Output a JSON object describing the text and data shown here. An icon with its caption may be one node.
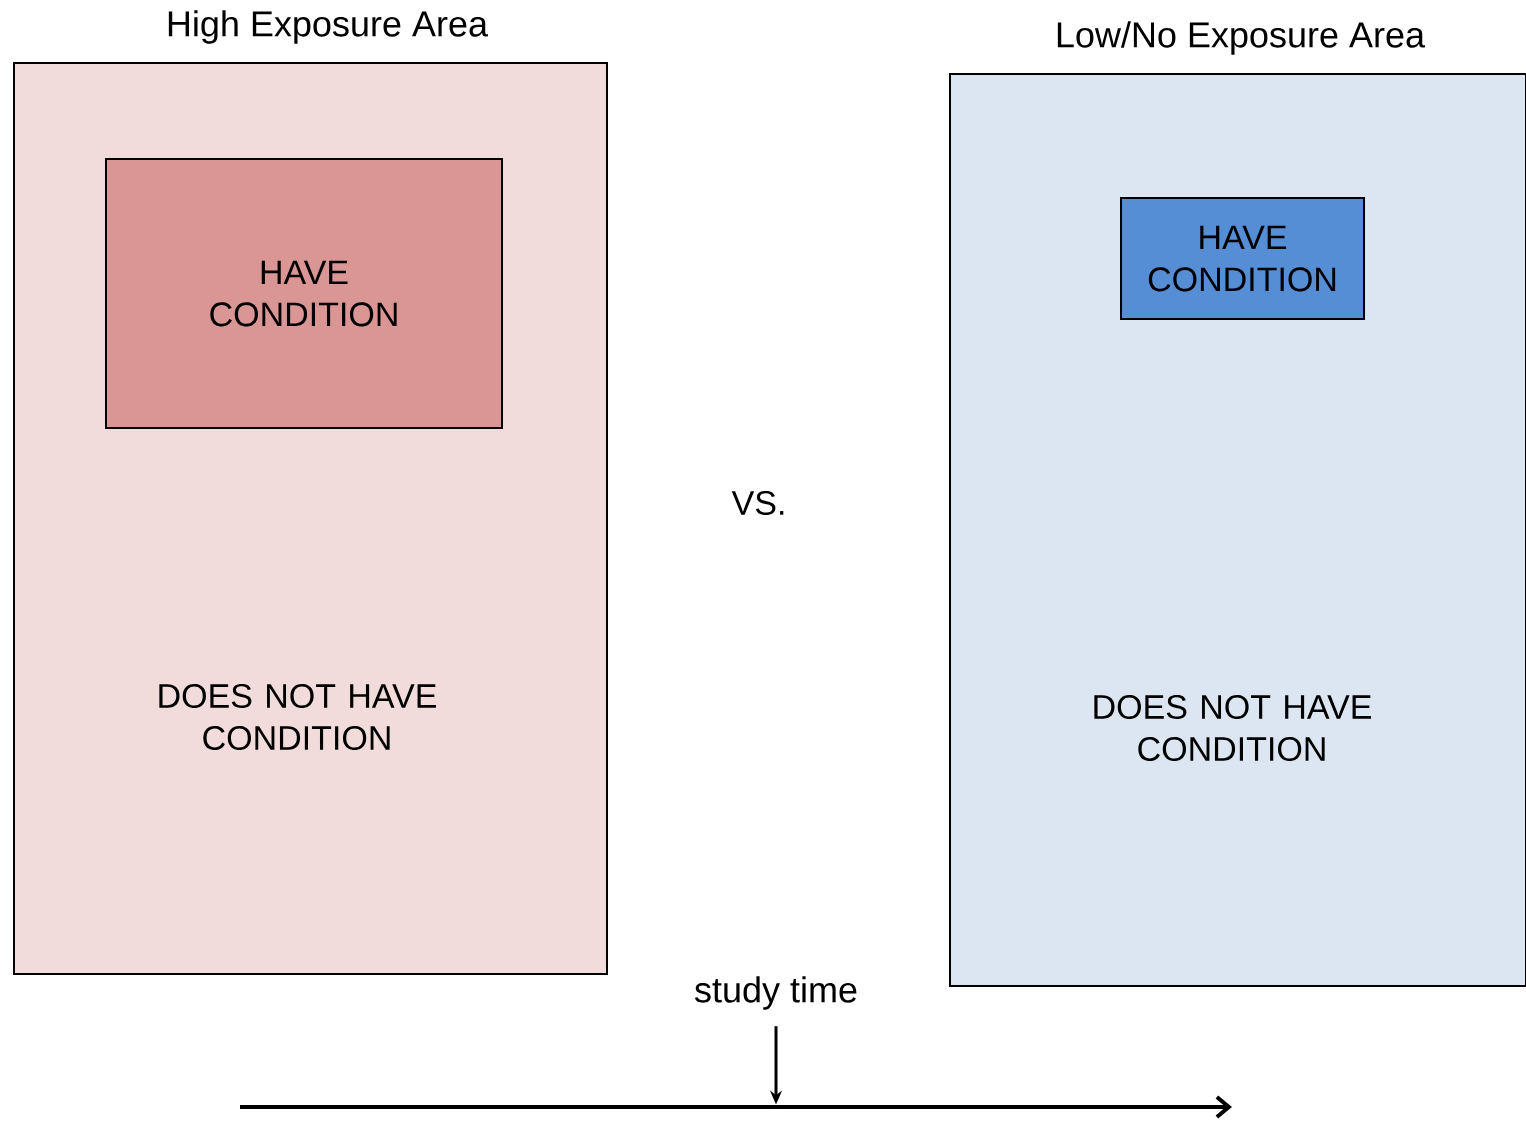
{
  "diagram": {
    "nodes": [
      {
        "text": [
          "High Exposure Area",
          "DOES NOT HAVE CONDITION"
        ]
      },
      {
        "text": [
          "HAVE CONDITION"
        ],
        "in": 0
      },
      {
        "text": [
          "Low/No Exposure Area",
          "DOES NOT HAVE CONDITION"
        ]
      },
      {
        "text": [
          "HAVE CONDITION"
        ],
        "in": 2
      },
      {
        "text": [
          "study time"
        ]
      },
      {
        "text": [],
        "shape": "arrow"
      }
    ],
    "edges": [
      {
        "from": 4,
        "to": 5,
        "arrow": "to"
      }
    ],
    "labels": [
      "VS."
    ]
  }
}
